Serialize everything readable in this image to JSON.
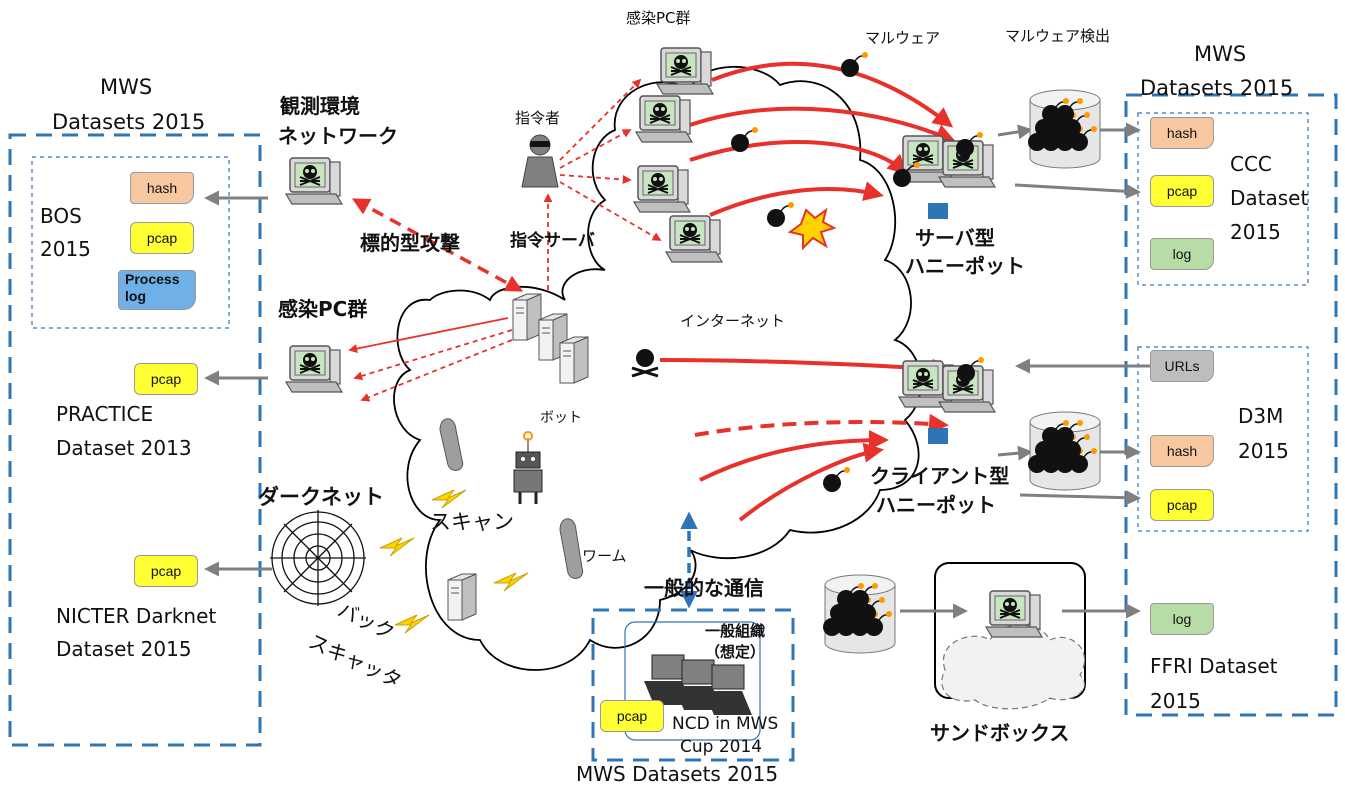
{
  "left_panel": {
    "title_line1": "MWS",
    "title_line2": "Datasets 2015",
    "bos": {
      "name_line1": "BOS",
      "name_line2": "2015",
      "tag_hash": "hash",
      "tag_pcap": "pcap",
      "tag_process_line1": "Process",
      "tag_process_line2": "log"
    },
    "practice": {
      "tag_pcap": "pcap",
      "name_line1": "PRACTICE",
      "name_line2": "Dataset 2013"
    },
    "nicter": {
      "tag_pcap": "pcap",
      "name_line1": "NICTER Darknet",
      "name_line2": "Dataset 2015"
    }
  },
  "right_panel": {
    "title_line1": "MWS",
    "title_line2": "Datasets 2015",
    "ccc": {
      "tag_hash": "hash",
      "tag_pcap": "pcap",
      "tag_log": "log",
      "name_line1": "CCC",
      "name_line2": "Dataset",
      "name_line3": "2015"
    },
    "d3m": {
      "tag_urls": "URLs",
      "tag_hash": "hash",
      "tag_pcap": "pcap",
      "name_line1": "D3M",
      "name_line2": "2015"
    },
    "ffri": {
      "tag_log": "log",
      "name_line1": "FFRI Dataset",
      "name_line2": "2015"
    }
  },
  "bottom_panel": {
    "org_line1": "一般組織",
    "org_line2": "（想定）",
    "tag_pcap": "pcap",
    "name_line1": "NCD in MWS",
    "name_line2": "Cup 2014",
    "title": "MWS Datasets 2015"
  },
  "labels": {
    "observation_line1": "観測環境",
    "observation_line2": "ネットワーク",
    "targeted_attack": "標的型攻撃",
    "infected_pcs_top": "感染PC群",
    "infected_pcs_left": "感染PC群",
    "commander": "指令者",
    "command_server": "指令サーバ",
    "malware": "マルウェア",
    "malware_detection": "マルウェア検出",
    "server_honeypot_line1": "サーバ型",
    "server_honeypot_line2": "ハニーポット",
    "internet": "インターネット",
    "bot": "ボット",
    "darknet": "ダークネット",
    "scan": "スキャン",
    "worm": "ワーム",
    "backscatter_line1": "バック",
    "backscatter_line2": "スキャッタ",
    "normal_comm": "一般的な通信",
    "client_honeypot_line1": "クライアント型",
    "client_honeypot_line2": "ハニーポット",
    "sandbox": "サンドボックス"
  },
  "colors": {
    "attack_red": "#e8312a",
    "panel_blue": "#2e75b6",
    "arrow_gray": "#7f7f7f",
    "monitor_green": "#c7e6c0"
  },
  "icons": [
    "skull-pc-icon",
    "server-icon",
    "attacker-icon",
    "bomb-icon",
    "explosion-icon",
    "spider-web-icon",
    "lightning-icon",
    "worm-icon",
    "robot-bot-icon",
    "laptop-icon",
    "database-cylinder-icon",
    "cloud-icon"
  ]
}
